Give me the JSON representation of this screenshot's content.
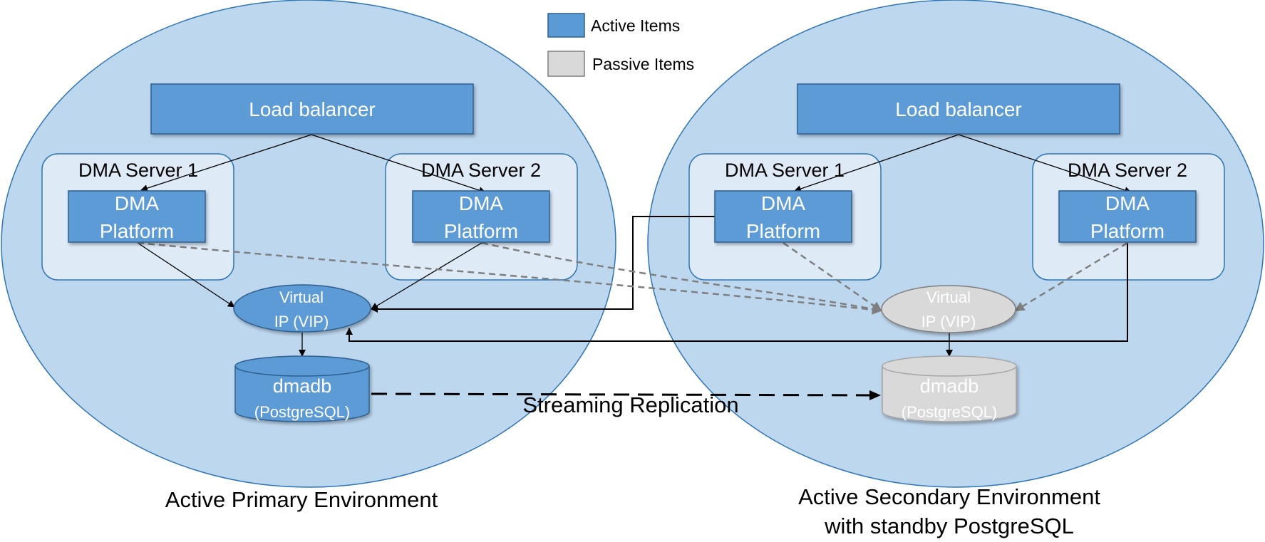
{
  "legend": {
    "active_label": "Active Items",
    "passive_label": "Passive Items"
  },
  "colors": {
    "environment_fill": "#bdd7ee",
    "environment_stroke": "#2e75b6",
    "server_fill": "#deebf7",
    "active_fill": "#5b9bd5",
    "active_stroke": "#2e5f8f",
    "passive_fill": "#d9d9d9",
    "passive_stroke": "#a6a6a6",
    "connector": "#000000",
    "dashed_connector": "#7f7f7f"
  },
  "primary": {
    "caption": "Active Primary Environment",
    "load_balancer": "Load balancer",
    "server1": {
      "title": "DMA Server 1",
      "platform_line1": "DMA",
      "platform_line2": "Platform"
    },
    "server2": {
      "title": "DMA Server 2",
      "platform_line1": "DMA",
      "platform_line2": "Platform"
    },
    "vip_line1": "Virtual",
    "vip_line2": "IP (VIP)",
    "db_line1": "dmadb",
    "db_line2": "(PostgreSQL)"
  },
  "secondary": {
    "caption_line1": "Active Secondary Environment",
    "caption_line2": "with standby PostgreSQL",
    "load_balancer": "Load balancer",
    "server1": {
      "title": "DMA Server 1",
      "platform_line1": "DMA",
      "platform_line2": "Platform"
    },
    "server2": {
      "title": "DMA Server 2",
      "platform_line1": "DMA",
      "platform_line2": "Platform"
    },
    "vip_line1": "Virtual",
    "vip_line2": "IP (VIP)",
    "db_line1": "dmadb",
    "db_line2": "(PostgreSQL)"
  },
  "replication_label": "Streaming Replication"
}
